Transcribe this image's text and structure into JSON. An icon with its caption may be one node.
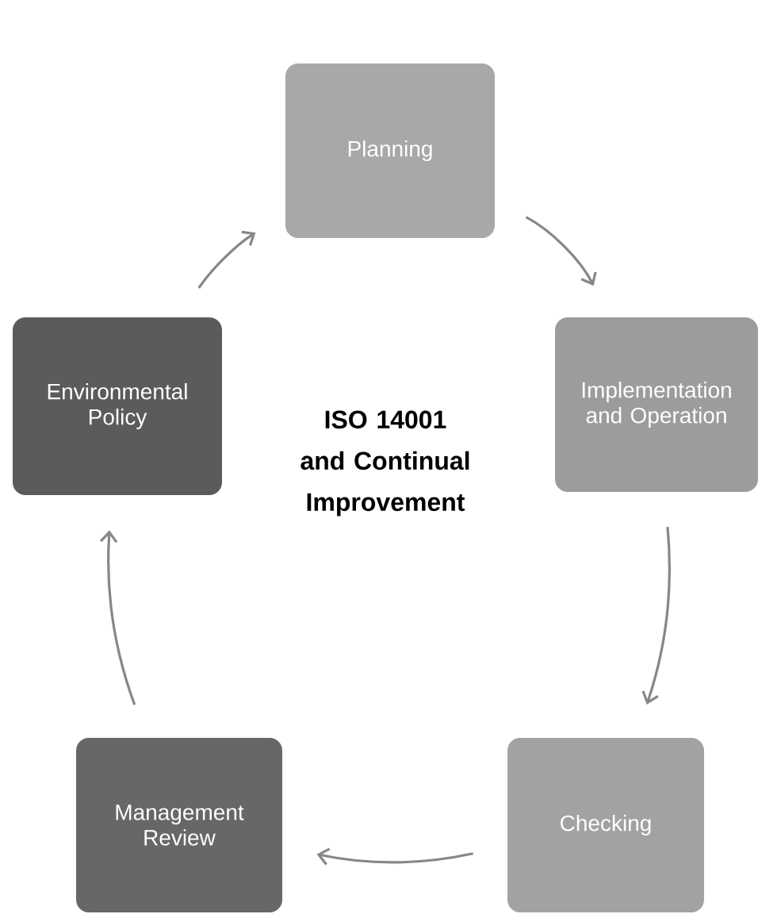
{
  "diagram": {
    "nodes": [
      {
        "text": [
          "Planning"
        ]
      },
      {
        "text": [
          "Implementation and Operation"
        ]
      },
      {
        "text": [
          "Checking"
        ]
      },
      {
        "text": [
          "Management Review"
        ]
      },
      {
        "text": [
          "Environmental Policy"
        ]
      }
    ],
    "edges": [
      {
        "from": 0,
        "to": 1,
        "arrow": "to"
      },
      {
        "from": 1,
        "to": 2,
        "arrow": "to"
      },
      {
        "from": 2,
        "to": 3,
        "arrow": "to"
      },
      {
        "from": 3,
        "to": 4,
        "arrow": "to"
      },
      {
        "from": 4,
        "to": 0,
        "arrow": "to"
      }
    ],
    "labels": [
      "ISO 14001 and Continual Improvement"
    ]
  }
}
